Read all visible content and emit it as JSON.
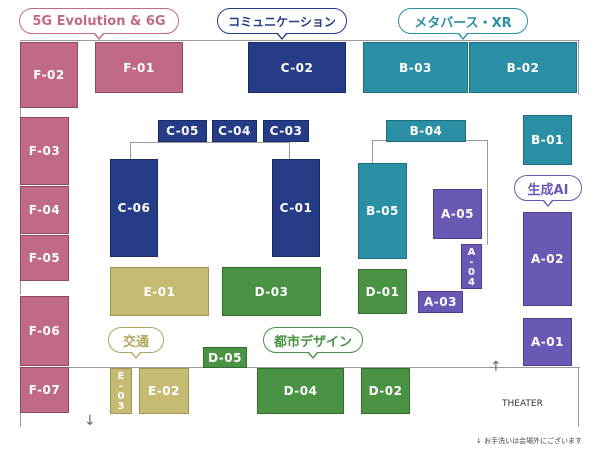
{
  "zones": [
    {
      "id": "5g",
      "label": "5G Evolution & 6G",
      "color": "#c06a85"
    },
    {
      "id": "comm",
      "label": "コミュニケーション",
      "color": "#263c86"
    },
    {
      "id": "meta",
      "label": "メタバース・XR",
      "color": "#2b8fa6"
    },
    {
      "id": "ai",
      "label": "生成AI",
      "color": "#6a58b4"
    },
    {
      "id": "kotsu",
      "label": "交通",
      "color": "#b3a75e"
    },
    {
      "id": "toshi",
      "label": "都市デザイン",
      "color": "#4a9244"
    }
  ],
  "booths": {
    "F-01": "F-01",
    "F-02": "F-02",
    "F-03": "F-03",
    "F-04": "F-04",
    "F-05": "F-05",
    "F-06": "F-06",
    "F-07": "F-07",
    "C-01": "C-01",
    "C-02": "C-02",
    "C-03": "C-03",
    "C-04": "C-04",
    "C-05": "C-05",
    "C-06": "C-06",
    "B-01": "B-01",
    "B-02": "B-02",
    "B-03": "B-03",
    "B-04": "B-04",
    "B-05": "B-05",
    "A-01": "A-01",
    "A-02": "A-02",
    "A-03": "A-03",
    "A-04": "A-04",
    "A-05": "A-05",
    "E-01": "E-01",
    "E-02": "E-02",
    "E-03": "E-03",
    "D-01": "D-01",
    "D-02": "D-02",
    "D-03": "D-03",
    "D-04": "D-04",
    "D-05": "D-05"
  },
  "labels": {
    "theater": "THEATER",
    "restroom_note": "↓ お手洗いは会場外にございます",
    "arrow_up": "↑",
    "arrow_down": "↓"
  }
}
